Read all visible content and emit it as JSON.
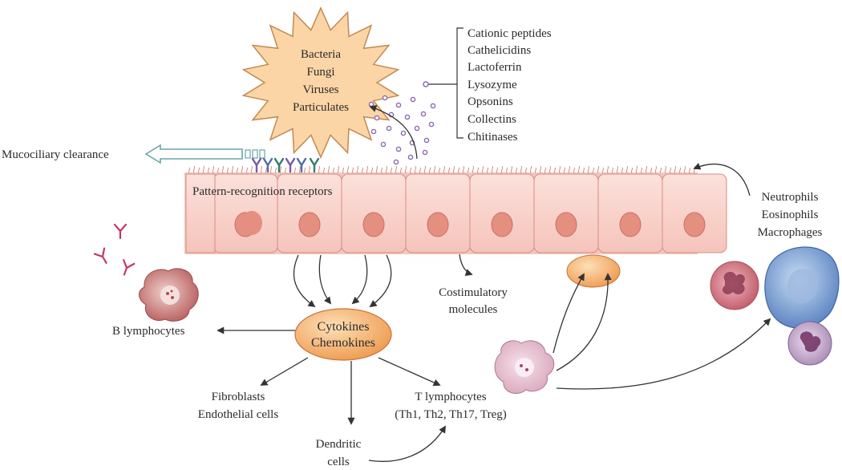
{
  "pathogen_label": [
    "Bacteria",
    "Fungi",
    "Viruses",
    "Particulates"
  ],
  "antimicrobials": [
    "Cationic peptides",
    "Cathelicidins",
    "Lactoferrin",
    "Lysozyme",
    "Opsonins",
    "Collectins",
    "Chitinases"
  ],
  "mucociliary_label": "Mucociliary clearance",
  "prr_label": "Pattern-recognition receptors",
  "innate_cells": [
    "Neutrophils",
    "Eosinophils",
    "Macrophages"
  ],
  "cytokines_label": [
    "Cytokines",
    "Chemokines"
  ],
  "costimulatory_label": [
    "Costimulatory",
    "molecules"
  ],
  "b_lymph_label": "B lymphocytes",
  "fibro_label": [
    "Fibroblasts",
    "Endothelial cells"
  ],
  "t_lymph_label": [
    "T lymphocytes",
    "(Th1, Th2, Th17, Treg)"
  ],
  "dendritic_label": [
    "Dendritic",
    "cells"
  ],
  "colors": {
    "epithelium_fill": "#f8d3cc",
    "epithelium_stroke": "#d98d82",
    "nucleus": "#e58f80",
    "pathogen_fill": "#fbd5a6",
    "pathogen_stroke": "#c5894f",
    "cytokine_fill": "#f2a866",
    "arrow": "#333333",
    "mucociliary_arrow": "#6aa5a5",
    "antimicrobial_dot": "#8d6bb0",
    "antibody": "#c23a63"
  }
}
